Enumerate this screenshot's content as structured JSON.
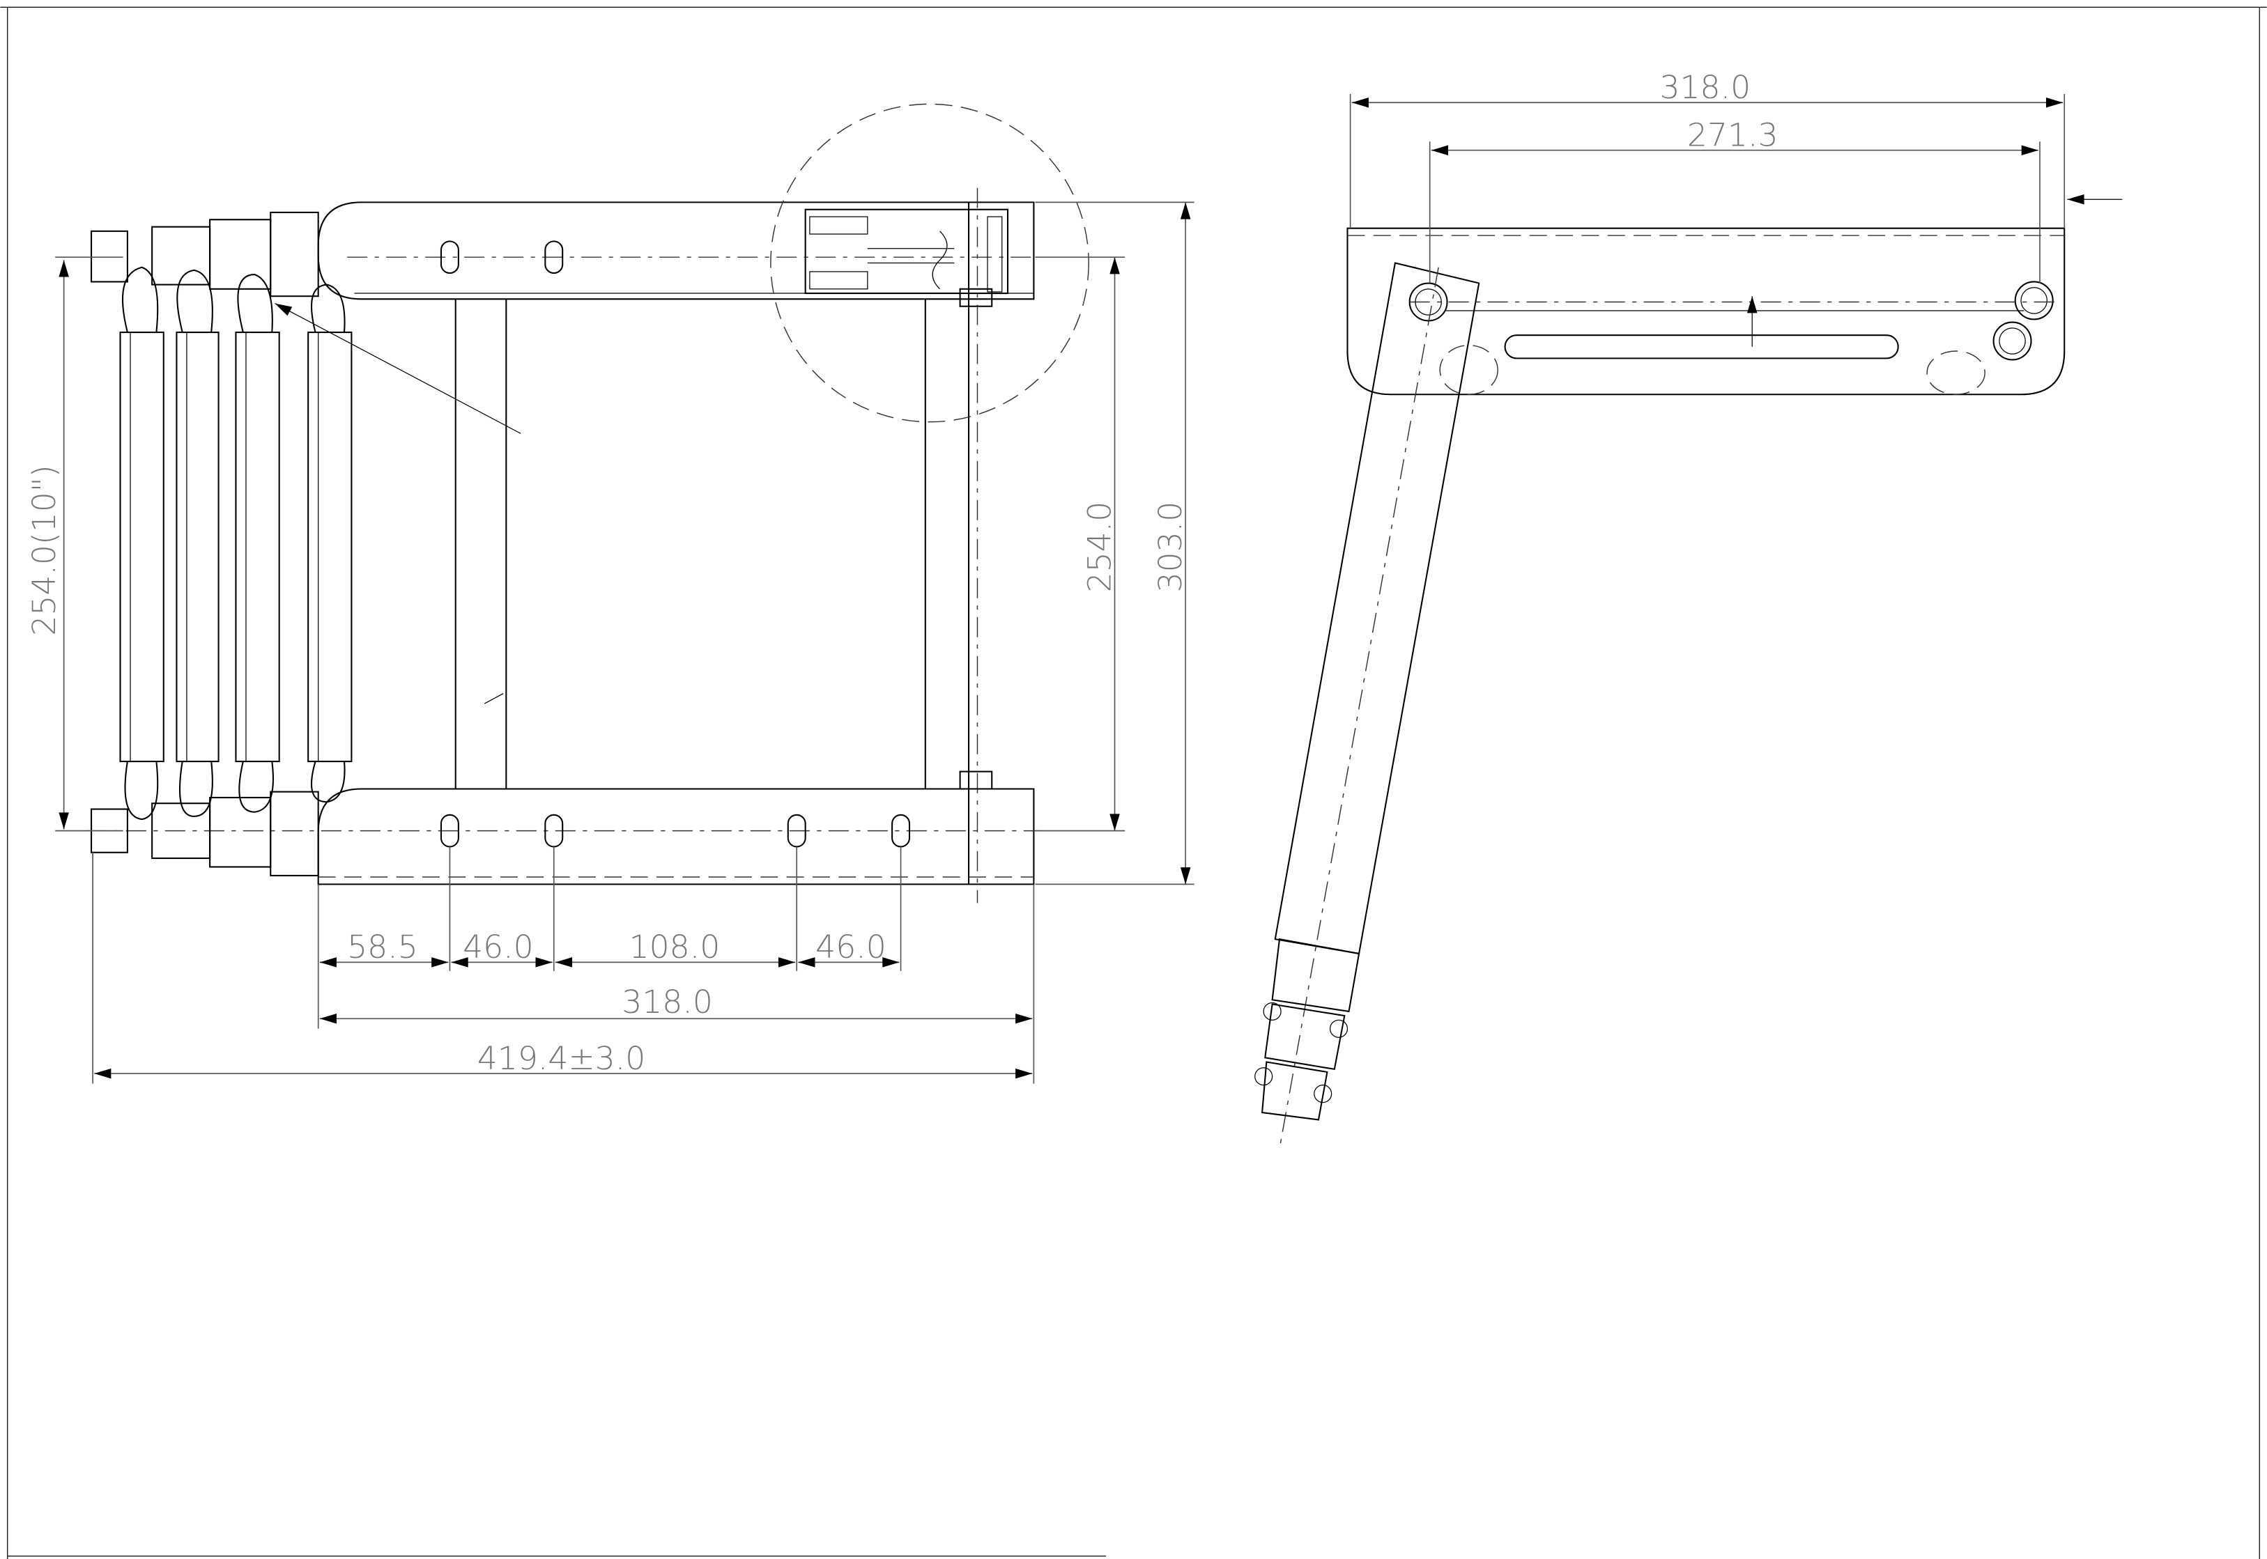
{
  "front_view": {
    "dimensions": {
      "height_inch": "254.0(10\")",
      "inner_height": "254.0",
      "total_height": "303.0",
      "slot_1": "58.5",
      "slot_2": "46.0",
      "slot_3": "108.0",
      "slot_4": "46.0",
      "width": "318.0",
      "extended_width": "419.4±3.0"
    }
  },
  "side_view": {
    "dimensions": {
      "bracket_width": "318.0",
      "hole_spacing": "271.3"
    }
  }
}
